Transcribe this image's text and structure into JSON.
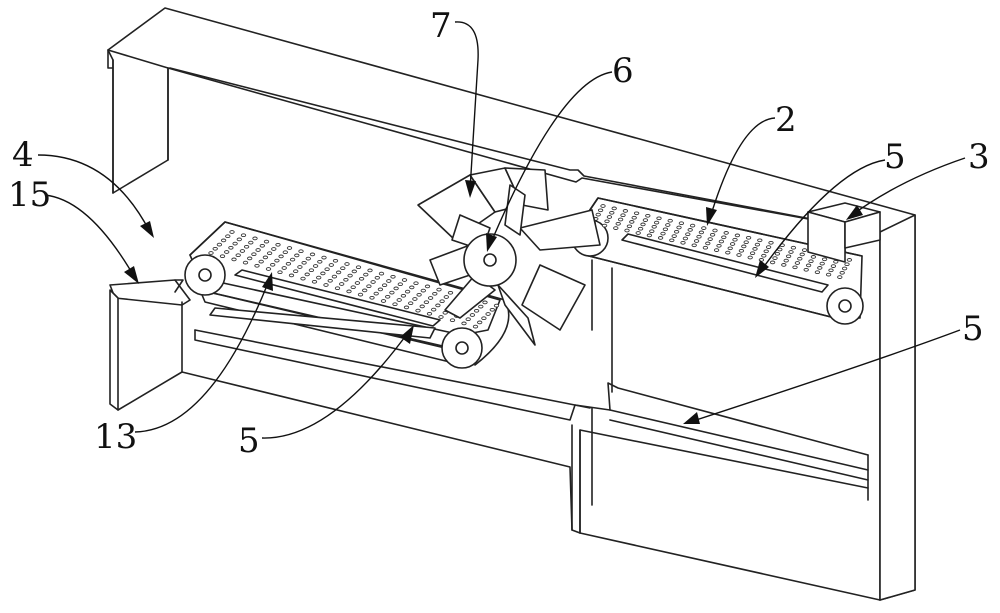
{
  "figure": {
    "labels": [
      {
        "id": "label-7",
        "text": "7"
      },
      {
        "id": "label-6",
        "text": "6"
      },
      {
        "id": "label-2",
        "text": "2"
      },
      {
        "id": "label-5-top",
        "text": "5"
      },
      {
        "id": "label-3",
        "text": "3"
      },
      {
        "id": "label-4",
        "text": "4"
      },
      {
        "id": "label-15",
        "text": "15"
      },
      {
        "id": "label-5-right",
        "text": "5"
      },
      {
        "id": "label-13",
        "text": "13"
      },
      {
        "id": "label-5-bottom",
        "text": "5"
      }
    ]
  }
}
